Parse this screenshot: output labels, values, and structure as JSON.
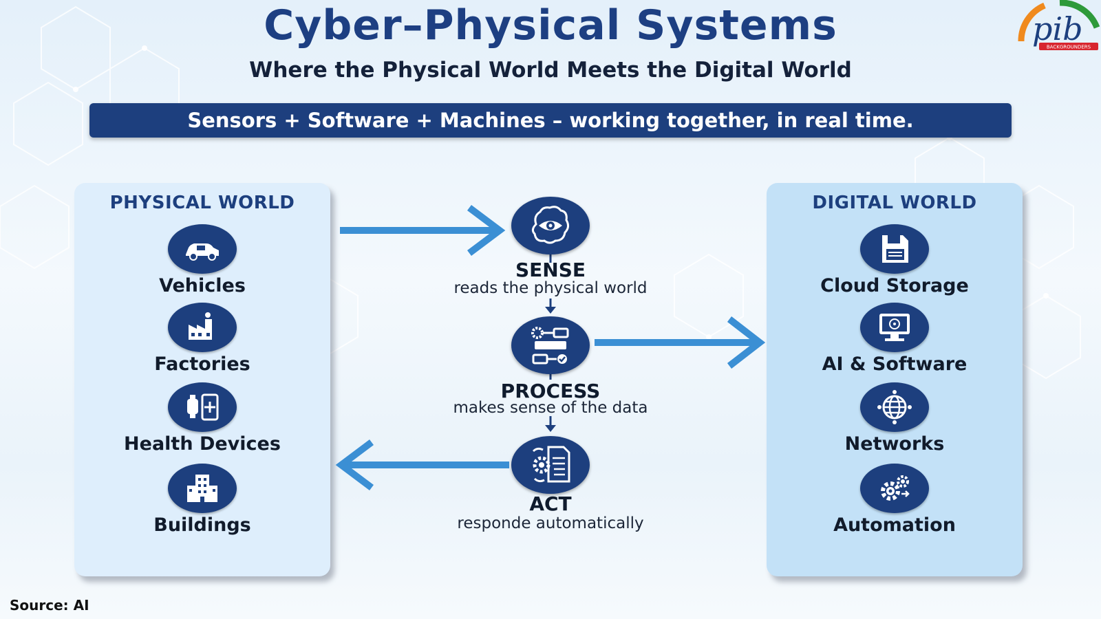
{
  "header": {
    "title": "Cyber–Physical Systems",
    "subtitle": "Where the Physical World Meets the Digital World",
    "banner": "Sensors + Software + Machines – working together, in real time.",
    "logo_text": "pib",
    "logo_subtext": "BACKGROUNDERS"
  },
  "physical_world": {
    "title": "PHYSICAL WORLD",
    "items": [
      {
        "label": "Vehicles",
        "icon": "car-icon"
      },
      {
        "label": "Factories",
        "icon": "factory-icon"
      },
      {
        "label": "Health Devices",
        "icon": "health-device-icon"
      },
      {
        "label": "Buildings",
        "icon": "building-icon"
      }
    ]
  },
  "digital_world": {
    "title": "DIGITAL WORLD",
    "items": [
      {
        "label": "Cloud Storage",
        "icon": "floppy-disk-icon"
      },
      {
        "label": "AI & Software",
        "icon": "computer-icon"
      },
      {
        "label": "Networks",
        "icon": "globe-icon"
      },
      {
        "label": "Automation",
        "icon": "gears-icon"
      }
    ]
  },
  "process": {
    "steps": [
      {
        "name": "SENSE",
        "desc": "reads the physical world",
        "icon": "eye-brain-icon"
      },
      {
        "name": "PROCESS",
        "desc": "makes sense of the data",
        "icon": "flowchart-gear-icon"
      },
      {
        "name": "ACT",
        "desc": "responde automatically",
        "icon": "document-gear-icon"
      }
    ]
  },
  "footer": {
    "source": "Source: AI"
  },
  "colors": {
    "navy": "#1d3f7e",
    "arrow_blue": "#3b8fd4",
    "physical_panel": "#deeefc",
    "digital_panel": "#c3e1f7"
  }
}
